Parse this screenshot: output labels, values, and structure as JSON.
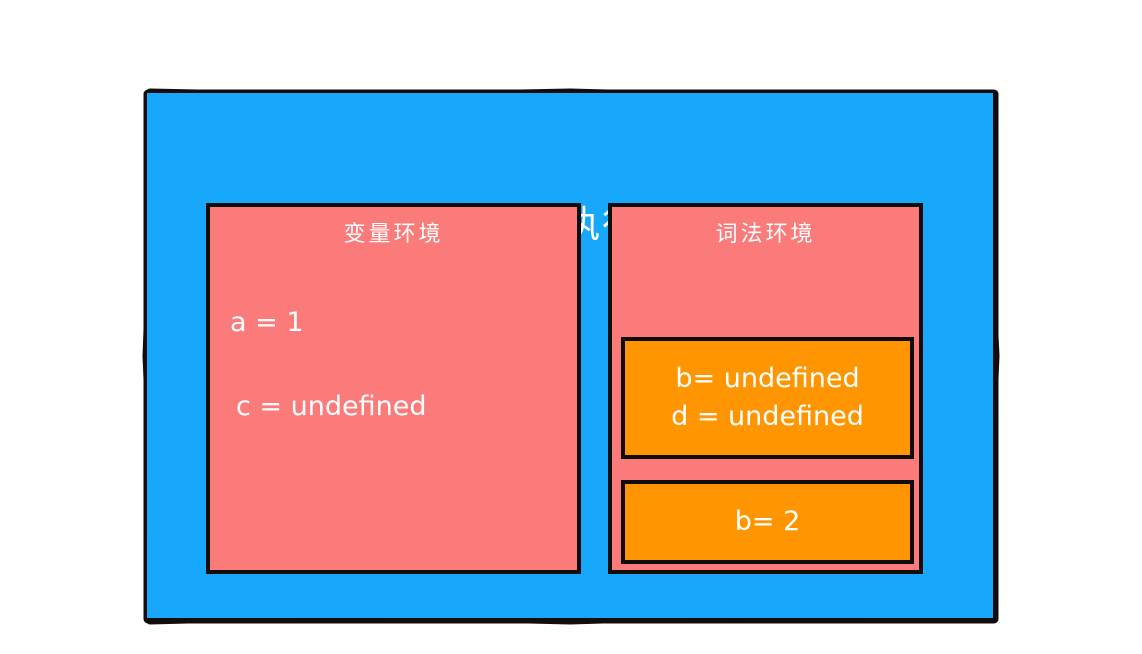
{
  "diagram": {
    "background_color": "#ffffff",
    "context": {
      "title": "foo函数的执行上下文",
      "fill_color": "#17a8fb",
      "border_color": "#120d0d",
      "border_style": "rough-sketch"
    },
    "variable_environment": {
      "title": "变量环境",
      "fill_color": "#fb7a7a",
      "entries": [
        {
          "text": "a = 1"
        },
        {
          "text": "c = undefined"
        }
      ]
    },
    "lexical_environment": {
      "title": "词法环境",
      "fill_color": "#fb7a7a",
      "binding_boxes": [
        {
          "name": "undefined-bindings",
          "fill_color": "#ff9500",
          "lines": [
            "b= undefined",
            "d = undefined"
          ]
        },
        {
          "name": "assigned-binding",
          "fill_color": "#ff9500",
          "lines": [
            "b= 2"
          ]
        }
      ]
    }
  }
}
